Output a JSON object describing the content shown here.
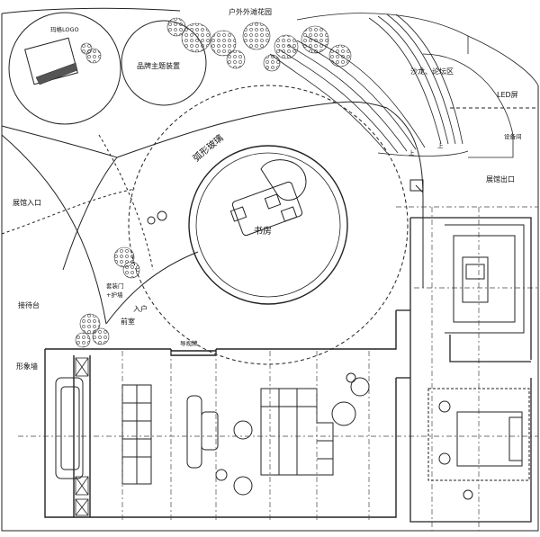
{
  "labels": {
    "logo": "玛格LOGO",
    "brand_installation": "品牌主题装置",
    "outdoor_garden": "户外外滩花园",
    "salon_forum": "沙龙、论坛区",
    "led_screen": "LED屏",
    "equipment_room": "设备间",
    "hall_exit": "展馆出口",
    "hall_entrance": "展馆入口",
    "curved_glass": "弧形玻璃",
    "study": "书房",
    "reception": "接待台",
    "image_wall": "形象墙",
    "entrance_foyer_line1": "入户",
    "entrance_foyer_line2": "前室",
    "door_guard_line1": "套装门",
    "door_guard_line2": "+护墙",
    "guide_rail": "导视牌",
    "up_1": "上",
    "up_2": "上"
  }
}
